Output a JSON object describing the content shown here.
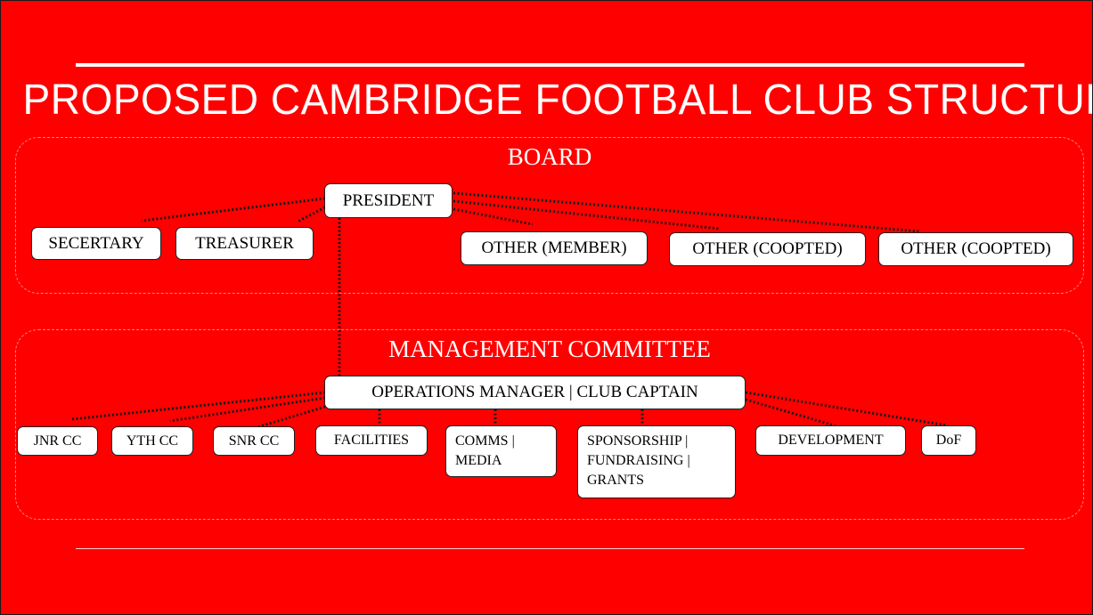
{
  "title": "PROPOSED CAMBRIDGE FOOTBALL CLUB STRUCTURE",
  "board": {
    "label": "BOARD",
    "president": "PRESIDENT",
    "members": [
      "SECERTARY",
      "TREASURER",
      "OTHER (MEMBER)",
      "OTHER (COOPTED)",
      "OTHER (COOPTED)"
    ]
  },
  "management": {
    "label": "MANAGEMENT COMMITTEE",
    "lead": "OPERATIONS MANAGER | CLUB CAPTAIN",
    "members": [
      "JNR CC",
      "YTH CC",
      "SNR CC",
      "FACILITIES",
      "COMMS |\nMEDIA",
      "SPONSORSHIP |\nFUNDRAISING |\nGRANTS",
      "DEVELOPMENT",
      "DoF"
    ]
  },
  "colors": {
    "background": "#ff0000",
    "box": "#ffffff",
    "text": "#ffffff",
    "connector": "#1a1a1a"
  }
}
